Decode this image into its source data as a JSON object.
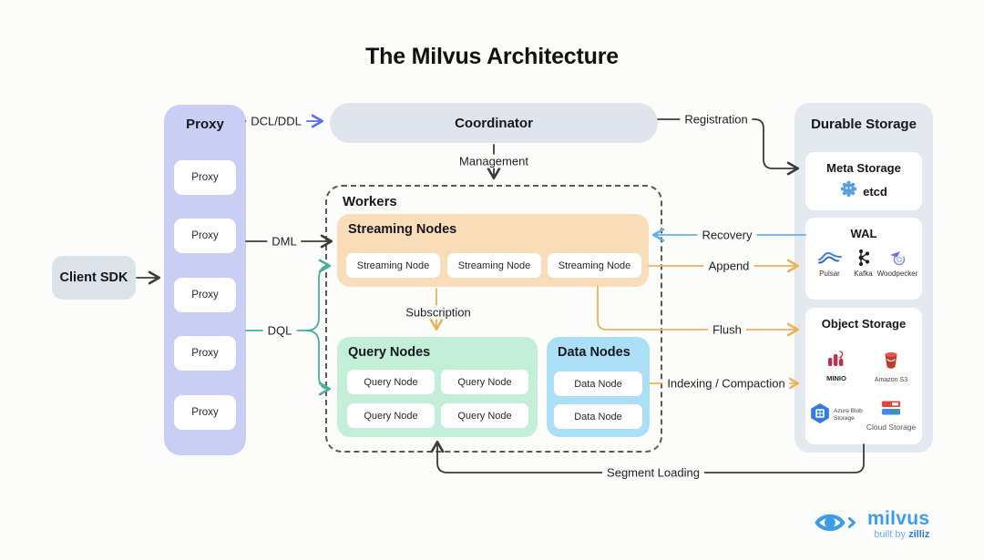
{
  "title": "The Milvus Architecture",
  "client_sdk": {
    "label": "Client SDK"
  },
  "proxy": {
    "header": "Proxy",
    "nodes": [
      "Proxy",
      "Proxy",
      "Proxy",
      "Proxy",
      "Proxy"
    ]
  },
  "coordinator": {
    "label": "Coordinator"
  },
  "workers": {
    "header": "Workers",
    "streaming": {
      "header": "Streaming Nodes",
      "nodes": [
        "Streaming Node",
        "Streaming Node",
        "Streaming Node"
      ]
    },
    "query": {
      "header": "Query Nodes",
      "nodes": [
        "Query Node",
        "Query Node",
        "Query Node",
        "Query Node"
      ]
    },
    "data": {
      "header": "Data Nodes",
      "nodes": [
        "Data Node",
        "Data Node"
      ]
    }
  },
  "durable_storage": {
    "header": "Durable Storage",
    "meta": {
      "title": "Meta Storage",
      "item": "etcd"
    },
    "wal": {
      "title": "WAL",
      "items": [
        "Pulsar",
        "Kafka",
        "Woodpecker"
      ]
    },
    "object": {
      "title": "Object Storage",
      "items": [
        "MINIO",
        "Amazon S3",
        "Azure Blob Storage",
        "Cloud Storage"
      ]
    }
  },
  "edges": {
    "dcl_ddl": "DCL/DDL",
    "dml": "DML",
    "dql": "DQL",
    "management": "Management",
    "registration": "Registration",
    "recovery": "Recovery",
    "append": "Append",
    "flush": "Flush",
    "indexing_compaction": "Indexing / Compaction",
    "subscription": "Subscription",
    "segment_loading": "Segment Loading"
  },
  "logo": {
    "name": "milvus",
    "built_by": "built by ",
    "company": "zilliz"
  },
  "colors": {
    "proxy_panel": "#c9cef4",
    "coordinator": "#dfe4ed",
    "streaming": "#f8ddb8",
    "query": "#c3eed8",
    "data": "#abdff8",
    "storage_panel": "#e4e8ef",
    "arrow_dark": "#3b3b3b",
    "arrow_blue": "#5a6cf0",
    "arrow_teal": "#45b0a0",
    "arrow_lightblue": "#62b0ee",
    "arrow_orange": "#e9b458",
    "brand_blue": "#3d9ce8"
  }
}
